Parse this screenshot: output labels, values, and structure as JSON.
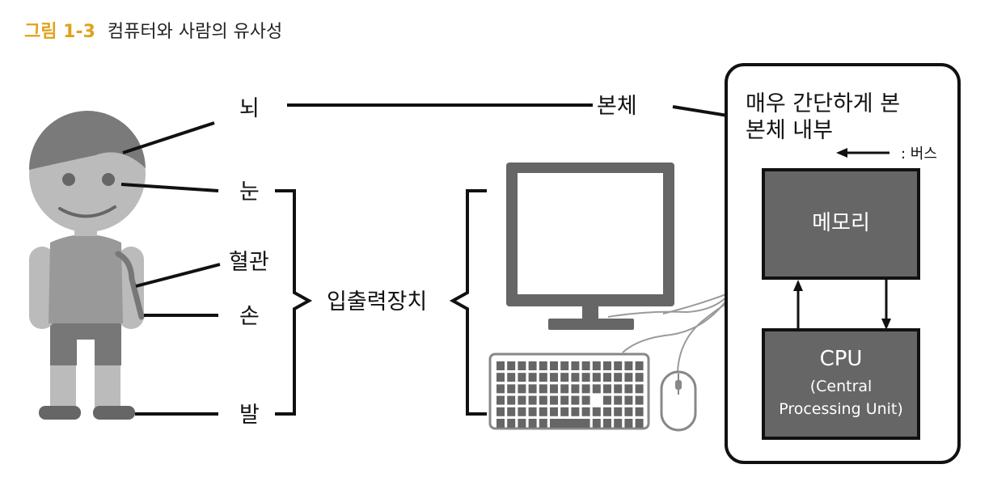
{
  "caption": {
    "number": "그림 1-3",
    "title": "컴퓨터와 사람의 유사성"
  },
  "human_labels": {
    "brain": "뇌",
    "eye": "눈",
    "nerve": "혈관",
    "hand": "손",
    "foot": "발"
  },
  "io_label": "입출력장치",
  "body_label": "본체",
  "inside_box": {
    "title_line1": "매우 간단하게 본",
    "title_line2": "본체 내부",
    "bus_label": ": 버스",
    "memory_label": "메모리",
    "cpu_label": "CPU",
    "cpu_sub1": "(Central",
    "cpu_sub2": "Processing Unit)"
  },
  "colors": {
    "accent": "#e0a21c",
    "dark_gray": "#666666",
    "mid_gray": "#999999",
    "light_gray": "#bbbbbb",
    "hair": "#7a7a7a",
    "line": "#111111"
  }
}
